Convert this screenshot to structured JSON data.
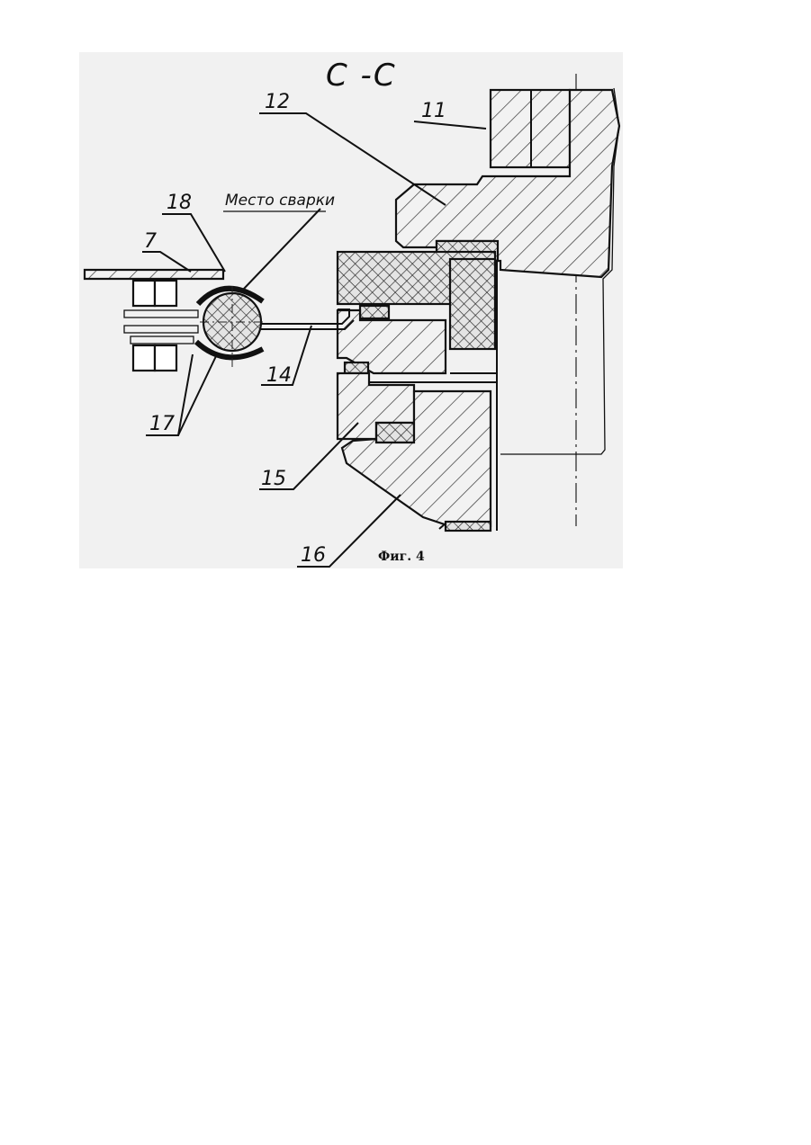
{
  "section_title": "С -С",
  "labels": {
    "l11": "11",
    "l12": "12",
    "l18": "18",
    "l7": "7",
    "l14": "14",
    "l17": "17",
    "l15": "15",
    "l16": "16",
    "weld": "Место сварки"
  },
  "caption": "Фиг. 4"
}
